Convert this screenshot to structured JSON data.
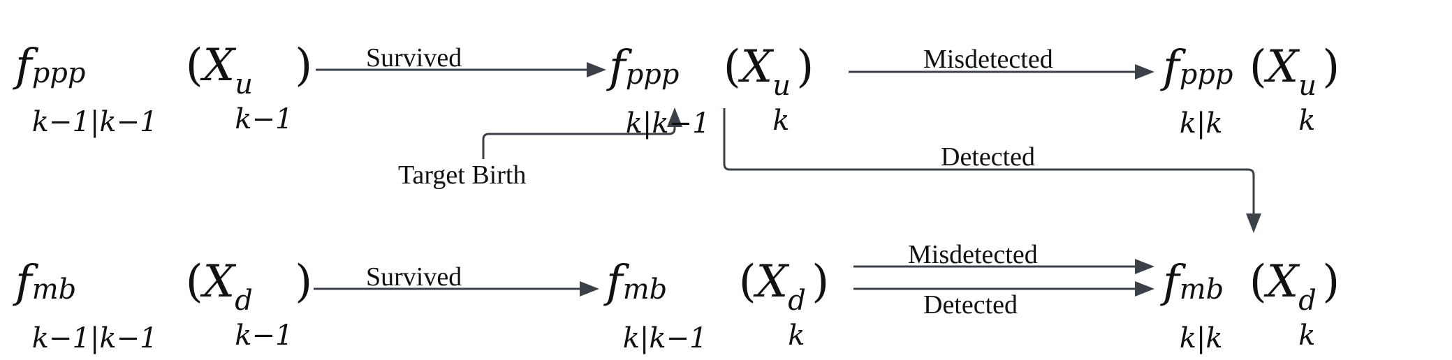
{
  "nodes": {
    "ppp_prev": {
      "f": "f",
      "f_sup": "ppp",
      "f_sub": "k−1|k−1",
      "open": "(",
      "x": "X",
      "x_sup": "u",
      "x_sub": "k−1",
      "close": ")"
    },
    "ppp_pred": {
      "f": "f",
      "f_sup": "ppp",
      "f_sub": "k|k−1",
      "open": "(",
      "x": "X",
      "x_sup": "u",
      "x_sub": "k",
      "close": ")"
    },
    "ppp_upd": {
      "f": "f",
      "f_sup": "ppp",
      "f_sub": "k|k",
      "open": "(",
      "x": "X",
      "x_sup": "u",
      "x_sub": "k",
      "close": ")"
    },
    "mb_prev": {
      "f": "f",
      "f_sup": "mb",
      "f_sub": "k−1|k−1",
      "open": "(",
      "x": "X",
      "x_sup": "d",
      "x_sub": "k−1",
      "close": ")"
    },
    "mb_pred": {
      "f": "f",
      "f_sup": "mb",
      "f_sub": "k|k−1",
      "open": "(",
      "x": "X",
      "x_sup": "d",
      "x_sub": "k",
      "close": ")"
    },
    "mb_upd": {
      "f": "f",
      "f_sup": "mb",
      "f_sub": "k|k",
      "open": "(",
      "x": "X",
      "x_sup": "d",
      "x_sub": "k",
      "close": ")"
    }
  },
  "edges": {
    "ppp_survived": "Survived",
    "ppp_misdetected": "Misdetected",
    "target_birth": "Target Birth",
    "ppp_detected": "Detected",
    "mb_survived": "Survived",
    "mb_misdetected": "Misdetected",
    "mb_detected": "Detected"
  },
  "colors": {
    "arrow": "#3b4149",
    "text": "#111111"
  }
}
